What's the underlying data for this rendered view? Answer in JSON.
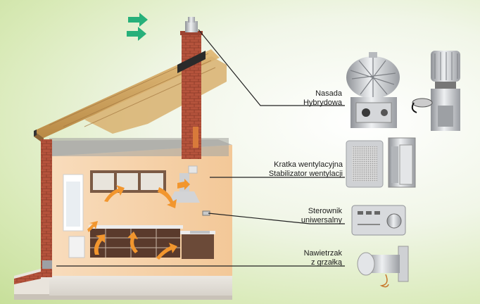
{
  "callouts": [
    {
      "line1": "Nasada",
      "line2": "Hybrydowa",
      "device": "hybrid-cowl"
    },
    {
      "line1": "Kratka wentylacyjna",
      "line2": "Stabilizator wentylacji",
      "device": "vent-grille-stabilizer"
    },
    {
      "line1": "Sterownik",
      "line2": "uniwersalny",
      "device": "universal-controller"
    },
    {
      "line1": "Nawietrzak",
      "line2": "z grzałką",
      "device": "heated-air-inlet"
    }
  ],
  "colors": {
    "brick": "#b5533c",
    "wall": "#f7d7b4",
    "roof": "#c89a55",
    "airflow_in": "#f2962e",
    "airflow_out": "#27b07a",
    "metal": "#c9ccd0",
    "leader_line": "#222222"
  },
  "icons": [
    "airflow-arrow-icon",
    "airflow-out-arrow-icon"
  ]
}
